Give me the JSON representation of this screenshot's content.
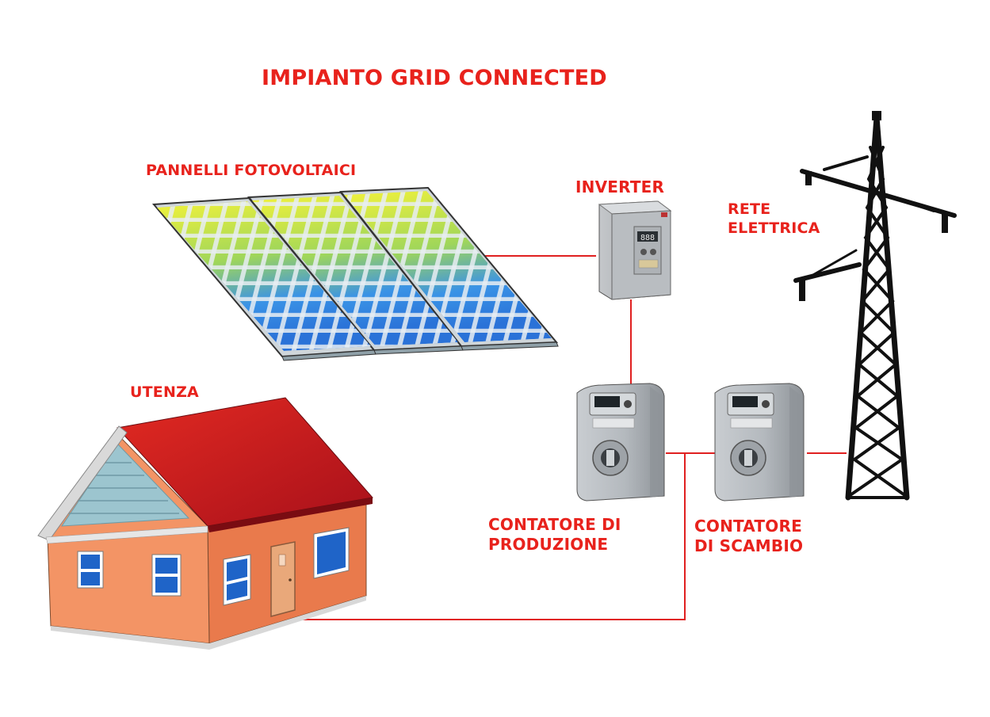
{
  "title": "IMPIANTO GRID CONNECTED",
  "components": {
    "panels": {
      "label": "PANNELLI FOTOVOLTAICI",
      "icon": "solar-panels-icon"
    },
    "inverter": {
      "label": "INVERTER",
      "icon": "inverter-icon",
      "display": "888"
    },
    "grid": {
      "label_line1": "RETE",
      "label_line2": "ELETTRICA",
      "icon": "power-pylon-icon"
    },
    "user": {
      "label": "UTENZA",
      "icon": "house-icon"
    },
    "production_meter": {
      "label_line1": "CONTATORE DI",
      "label_line2": "PRODUZIONE",
      "icon": "electric-meter-icon"
    },
    "exchange_meter": {
      "label_line1": "CONTATORE",
      "label_line2": "DI SCAMBIO",
      "icon": "electric-meter-icon"
    }
  },
  "colors": {
    "label": "#e8221c",
    "wire": "#e02020",
    "roof": "#c8141a",
    "wall": "#f08a5d",
    "panel_yellow": "#f2f23a",
    "panel_blue": "#2f7fe0"
  }
}
